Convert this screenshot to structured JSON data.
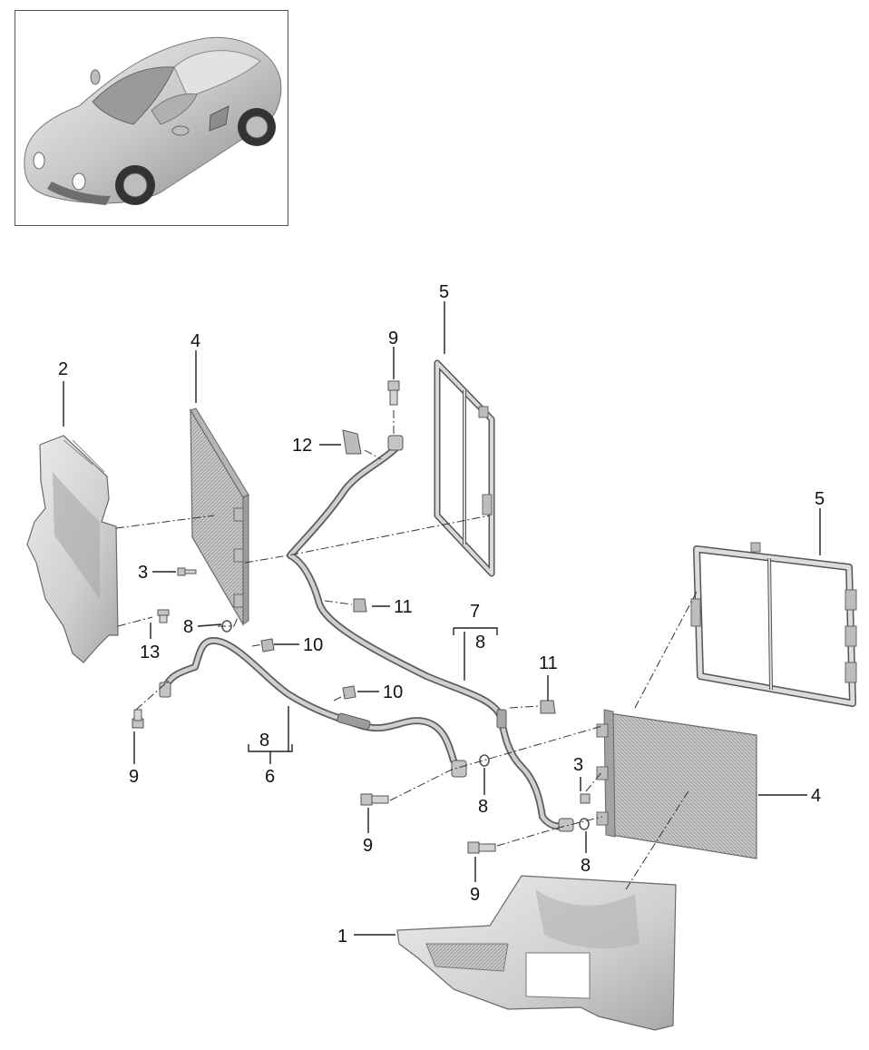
{
  "callouts": {
    "c1": "1",
    "c2": "2",
    "c3a": "3",
    "c3b": "3",
    "c4a": "4",
    "c4b": "4",
    "c5a": "5",
    "c5b": "5",
    "c6": "6",
    "c7": "7",
    "c8a": "8",
    "c8b": "8",
    "c8c": "8",
    "c8d": "8",
    "c8e": "8",
    "c9a": "9",
    "c9b": "9",
    "c9c": "9",
    "c9d": "9",
    "c10a": "10",
    "c10b": "10",
    "c11a": "11",
    "c11b": "11",
    "c12": "12",
    "c13": "13"
  },
  "colors": {
    "part_fill": "#d4d4d4",
    "part_edge": "#6a6a6a",
    "line": "#222222",
    "frame": "#555555"
  }
}
